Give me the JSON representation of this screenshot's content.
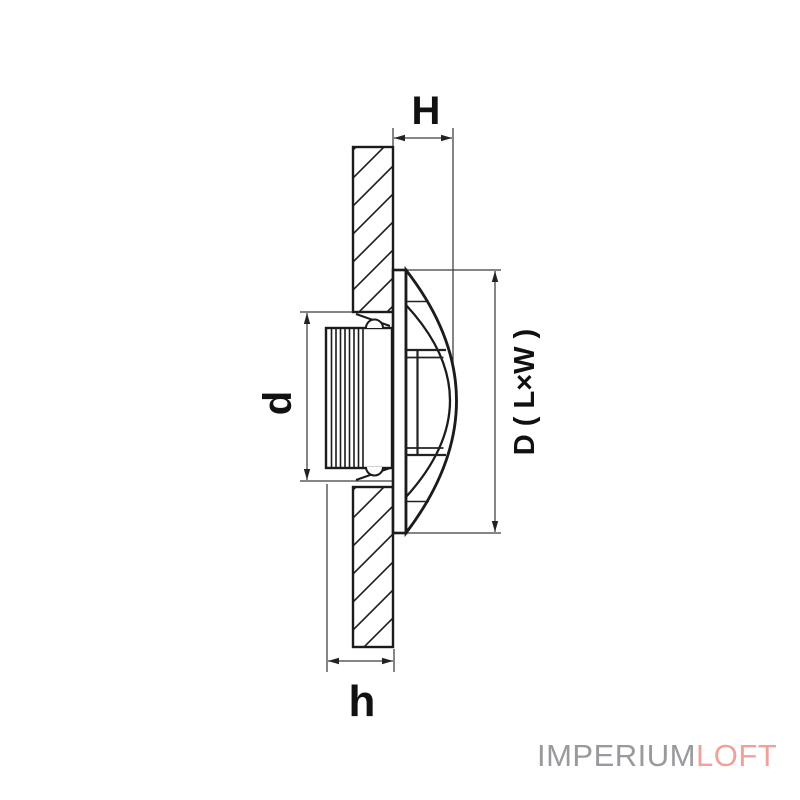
{
  "page": {
    "type": "technical-dimension-diagram",
    "subject": "recessed ceiling downlight, side section view",
    "background": "#ffffff"
  },
  "drawing": {
    "line_color": "#1b1b1b",
    "dimension_color": "#3c3c3c"
  },
  "dimensions": {
    "top": {
      "label": "H"
    },
    "left": {
      "label": "d"
    },
    "right": {
      "label": "D ( L×W )"
    },
    "bottom": {
      "label": "h"
    }
  },
  "watermark": {
    "text_primary": "IMPERIUM",
    "text_accent": "LOFT",
    "primary_color": "#9a999e",
    "accent_color": "#f0a19a"
  }
}
